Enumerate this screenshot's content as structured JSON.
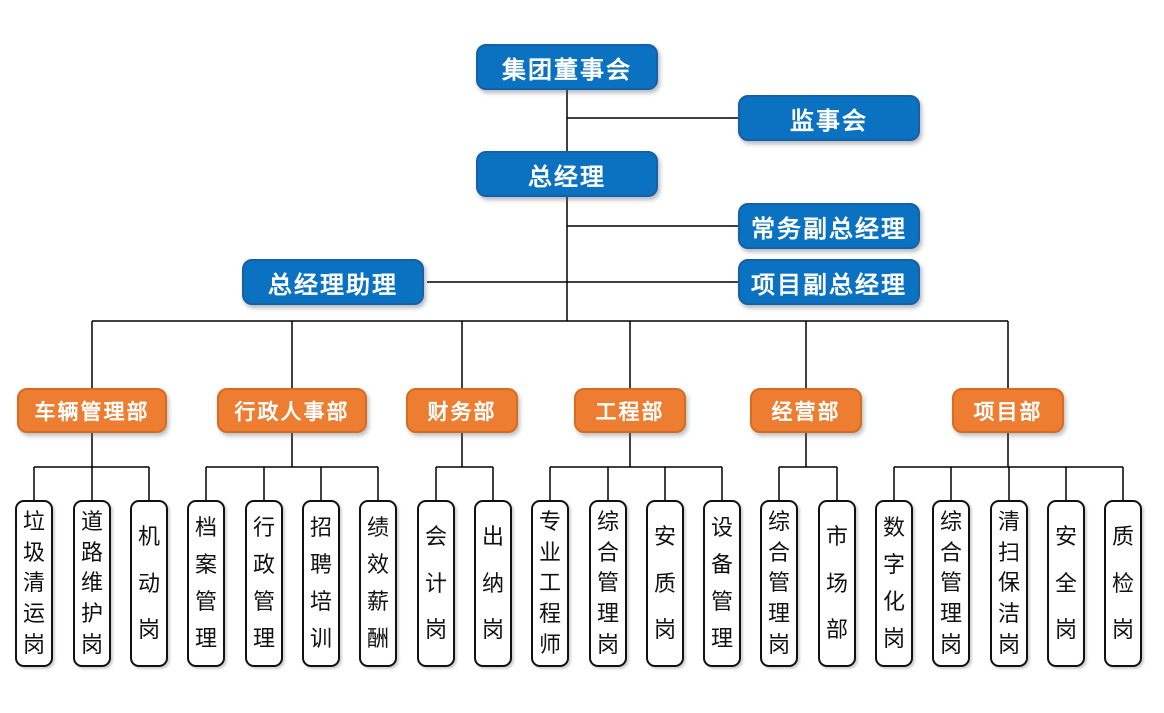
{
  "colors": {
    "primary_blue": "#0B71C1",
    "blue_border": "#1560A8",
    "accent_orange": "#ED7D31",
    "orange_border": "#D96B1E",
    "line": "#000000",
    "position_border": "#111111"
  },
  "executive": {
    "board": "集团董事会",
    "supervisory": "监事会",
    "general_manager": "总经理",
    "exec_deputy_gm": "常务副总经理",
    "gm_assistant": "总经理助理",
    "project_deputy_gm": "项目副总经理"
  },
  "departments": [
    {
      "label": "车辆管理部",
      "children": [
        "垃圾清运岗",
        "道路维护岗",
        "机动岗"
      ]
    },
    {
      "label": "行政人事部",
      "children": [
        "档案管理",
        "行政管理",
        "招聘培训",
        "绩效薪酬"
      ]
    },
    {
      "label": "财务部",
      "children": [
        "会计岗",
        "出纳岗"
      ]
    },
    {
      "label": "工程部",
      "children": [
        "专业工程师",
        "综合管理岗",
        "安质岗",
        "设备管理"
      ]
    },
    {
      "label": "经营部",
      "children": [
        "综合管理岗",
        "市场部"
      ]
    },
    {
      "label": "项目部",
      "children": [
        "数字化岗",
        "综合管理岗",
        "清扫保洁岗",
        "安全岗",
        "质检岗"
      ]
    }
  ]
}
